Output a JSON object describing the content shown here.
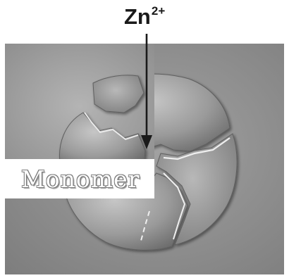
{
  "figure": {
    "ion_label": {
      "base": "Zn",
      "charge": "2+"
    },
    "box_label": "Monomer"
  },
  "colors": {
    "background_gray": "#8e8e8e",
    "inset_gray": "#a8a8a8",
    "sphere_gray": "#9b9b9b",
    "crack_line": "#e8e8e8",
    "arrow": "#1a1a1a"
  }
}
